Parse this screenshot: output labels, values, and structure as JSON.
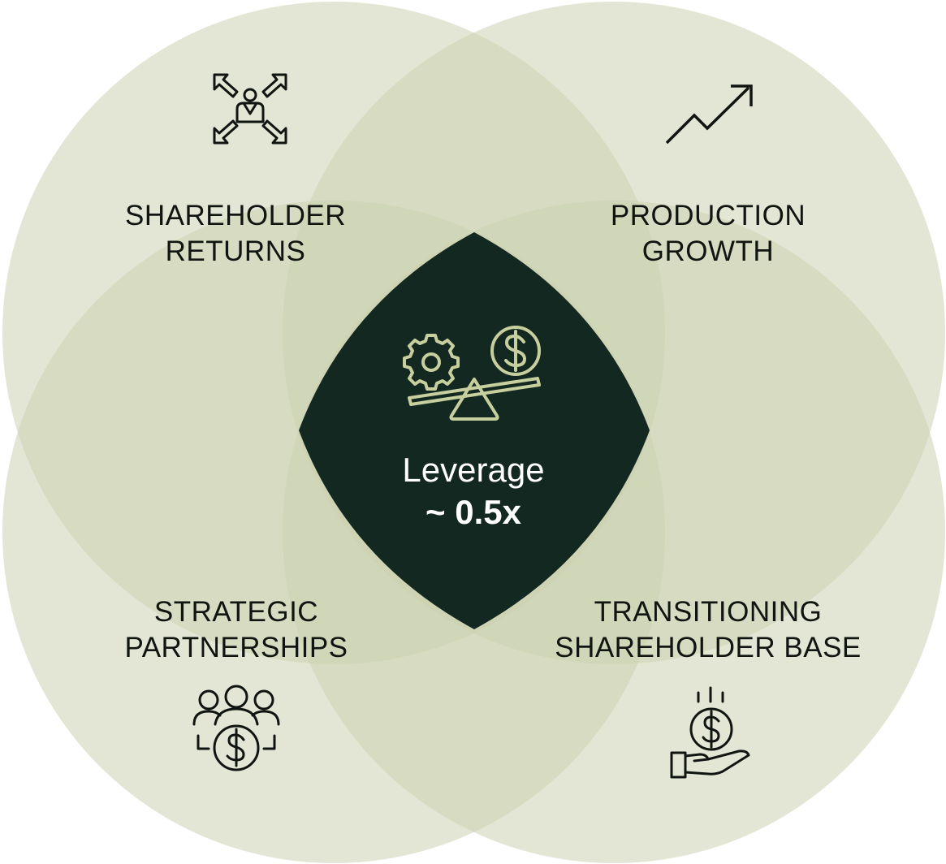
{
  "diagram": {
    "center": {
      "label": "Leverage",
      "value": "~ 0.5x",
      "icon": "balance-gear-dollar-icon",
      "fill_color": "#122820",
      "icon_color": "#c8cf9e"
    },
    "petals": [
      {
        "id": "shareholder-returns",
        "lines": [
          "SHAREHOLDER",
          "RETURNS"
        ],
        "icon": "person-arrows-out-icon"
      },
      {
        "id": "production-growth",
        "lines": [
          "PRODUCTION",
          "GROWTH"
        ],
        "icon": "trend-up-arrow-icon"
      },
      {
        "id": "strategic-partnerships",
        "lines": [
          "STRATEGIC",
          "PARTNERSHIPS"
        ],
        "icon": "group-dollar-icon"
      },
      {
        "id": "transitioning-shareholder-base",
        "lines": [
          "TRANSITIONING",
          "SHAREHOLDER BASE"
        ],
        "icon": "hand-coin-icon"
      }
    ],
    "colors": {
      "circle": "#ccd1b0",
      "text": "#111511"
    }
  }
}
